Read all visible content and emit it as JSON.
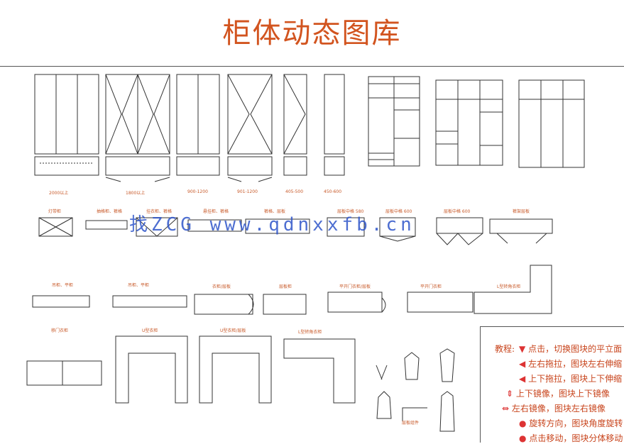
{
  "title": "柜体动态图库",
  "watermark": "找ZCG www.qdnxxfb.cn",
  "row1_labels": [
    "2000以上",
    "1800以上",
    "900-1200",
    "901-1200",
    "405-500",
    "450-600"
  ],
  "row2_labels": [
    "灯带柜",
    "抽格柜、裤格",
    "挂衣柜、裤格",
    "悬挂柜、裤格",
    "裤格、层板",
    "层板中格 580",
    "层板中格 600",
    "层板中格 600",
    "裤架层板"
  ],
  "row3_labels": [
    "吊柜、平柜",
    "吊柜、平柜",
    "衣柜/层板",
    "层板柜",
    "平开门衣柜/层板",
    "平开门衣柜",
    "L型转角衣柜"
  ],
  "row4_labels": [
    "移门衣柜",
    "U型衣柜",
    "U型衣柜/层板",
    "L型转角衣柜"
  ],
  "small_label": "层板组件",
  "tutorial": {
    "heading": "教程:",
    "items": [
      {
        "icon": "down-triangle-icon",
        "glyph": "▼",
        "text": "点击，切换图块的平立面"
      },
      {
        "icon": "left-triangle-icon",
        "glyph": "◀",
        "text": "左右拖拉，图块左右伸缩"
      },
      {
        "icon": "up-triangle-icon",
        "glyph": "◀",
        "text": "上下拖拉，图块上下伸缩"
      },
      {
        "icon": "vertical-mirror-icon",
        "glyph": "⇕",
        "text": "上下镜像，图块上下镜像"
      },
      {
        "icon": "horizontal-mirror-icon",
        "glyph": "⇔",
        "text": "左右镜像，图块左右镜像"
      },
      {
        "icon": "rotate-dot-icon",
        "glyph": "●",
        "text": "旋转方向，图块角度旋转"
      },
      {
        "icon": "move-dot-icon",
        "glyph": "●",
        "text": "点击移动，图块分体移动"
      }
    ]
  }
}
